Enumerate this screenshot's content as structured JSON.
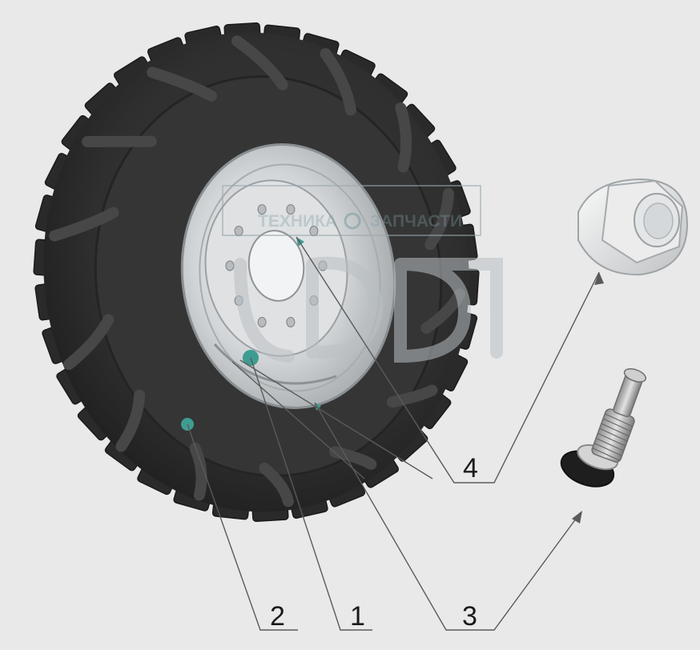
{
  "diagram": {
    "watermark": {
      "text_left": "ТЕХНИКА",
      "text_right": "ЗАПЧАСТИ"
    },
    "callouts": [
      {
        "id": "2",
        "label": "2"
      },
      {
        "id": "1",
        "label": "1"
      },
      {
        "id": "3",
        "label": "3"
      },
      {
        "id": "4",
        "label": "4"
      }
    ],
    "colors": {
      "tire_dark": "#2e2e2e",
      "tire_mid": "#444444",
      "rim": "#cfd2d4",
      "marker": "#3f9c93",
      "leader": "#5a5a5a"
    }
  }
}
